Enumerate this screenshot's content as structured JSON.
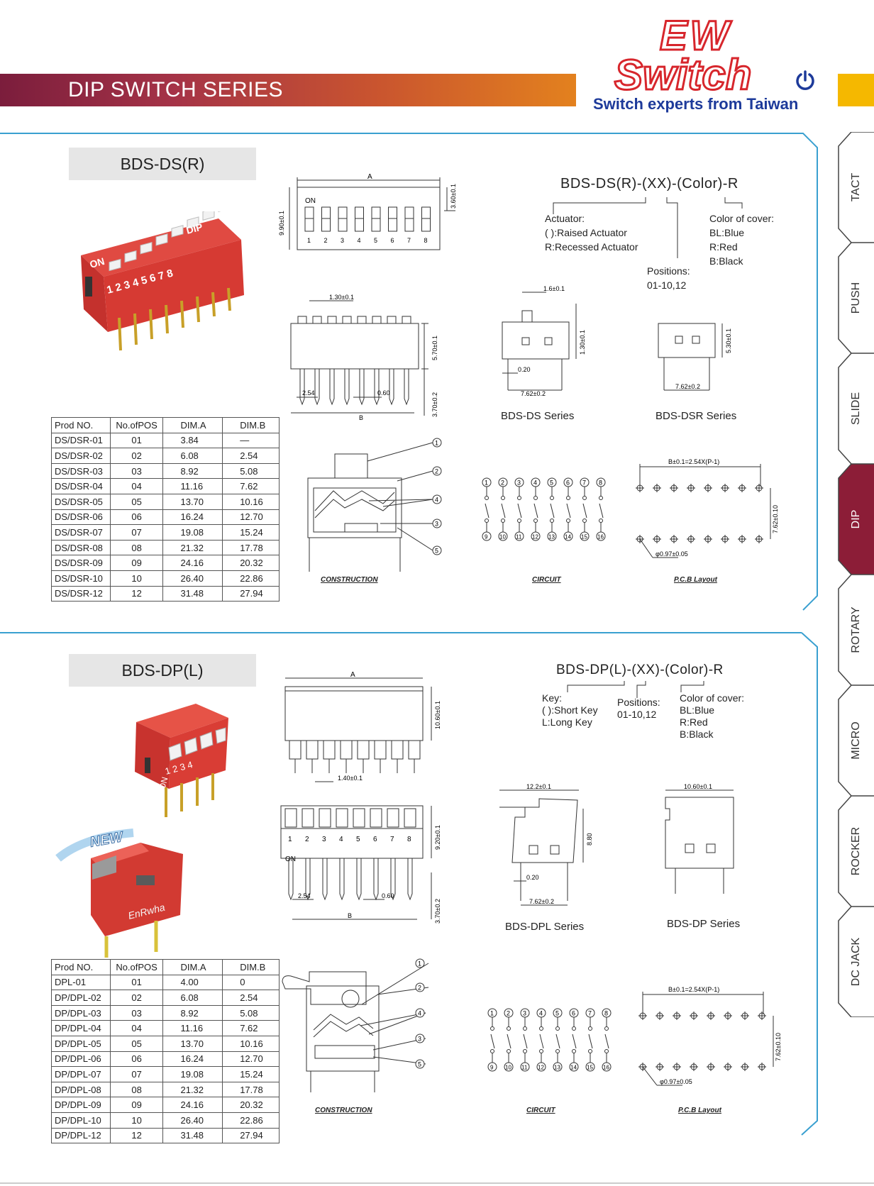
{
  "header": {
    "series_title": "DIP SWITCH  SERIES",
    "logo_line1": "EW",
    "logo_line2": "Switch",
    "tagline": "Switch experts from Taiwan"
  },
  "colors": {
    "brand_red": "#d7262c",
    "brand_blue": "#1d3a9a",
    "frame_blue": "#3aa0d0",
    "tab_active": "#8c1d37",
    "tab_yellow": "#f5b800"
  },
  "side_tabs": [
    {
      "label": "TACT",
      "active": false
    },
    {
      "label": "PUSH",
      "active": false
    },
    {
      "label": "SLIDE",
      "active": false
    },
    {
      "label": "DIP",
      "active": true
    },
    {
      "label": "ROTARY",
      "active": false
    },
    {
      "label": "MICRO",
      "active": false
    },
    {
      "label": "ROCKER",
      "active": false
    },
    {
      "label": "DC JACK",
      "active": false
    }
  ],
  "section1": {
    "title": "BDS-DS(R)",
    "photo_labels": {
      "on": "ON",
      "dip": "DIP",
      "numbers": "1 2 3 4 5 6 7 8"
    },
    "top_view": {
      "dim_a": "A",
      "height": "9.90±0.1",
      "depth": "3.60±0.1",
      "on": "ON",
      "positions": [
        "1",
        "2",
        "3",
        "4",
        "5",
        "6",
        "7",
        "8"
      ]
    },
    "front_view": {
      "pitch_top": "1.30±0.1",
      "height": "5.70±0.1",
      "pin_len": "3.70±0.2",
      "pitch": "2.54",
      "pin_w": "0.60",
      "dim_b": "B"
    },
    "ordering": {
      "code": "BDS-DS(R)-(XX)-(Color)-R",
      "actuator_title": "Actuator:",
      "actuator_lines": [
        "(  ):Raised Actuator",
        "R:Recessed Actuator"
      ],
      "color_title": "Color of cover:",
      "color_lines": [
        "BL:Blue",
        "R:Red",
        "B:Black"
      ],
      "positions_title": "Positions:",
      "positions_value": "01-10,12"
    },
    "side_ds": {
      "top": "1.6±0.1",
      "h": "1.30±0.1",
      "t": "0.20",
      "w": "7.62±0.2",
      "caption": "BDS-DS Series"
    },
    "side_dsr": {
      "h": "5.30±0.1",
      "w": "7.62±0.2",
      "caption": "BDS-DSR Series"
    },
    "pcb": {
      "pitch": "B±0.1=2.54X(P-1)",
      "row": "7.62±0.10",
      "hole": "φ0.97±0.05"
    },
    "labels": {
      "construction": "CONSTRUCTION",
      "circuit": "CIRCUIT",
      "pcb": "P.C.B Layout"
    },
    "circuit_top": [
      "1",
      "2",
      "3",
      "4",
      "5",
      "6",
      "7",
      "8"
    ],
    "circuit_bottom": [
      "9",
      "10",
      "11",
      "12",
      "13",
      "14",
      "15",
      "16"
    ],
    "construction_callouts": [
      "1",
      "2",
      "4",
      "3",
      "5"
    ],
    "table": {
      "headers": [
        "Prod NO.",
        "No.ofPOS",
        "DIM.A",
        "DIM.B"
      ],
      "rows": [
        [
          "DS/DSR-01",
          "01",
          "3.84",
          "—"
        ],
        [
          "DS/DSR-02",
          "02",
          "6.08",
          "2.54"
        ],
        [
          "DS/DSR-03",
          "03",
          "8.92",
          "5.08"
        ],
        [
          "DS/DSR-04",
          "04",
          "11.16",
          "7.62"
        ],
        [
          "DS/DSR-05",
          "05",
          "13.70",
          "10.16"
        ],
        [
          "DS/DSR-06",
          "06",
          "16.24",
          "12.70"
        ],
        [
          "DS/DSR-07",
          "07",
          "19.08",
          "15.24"
        ],
        [
          "DS/DSR-08",
          "08",
          "21.32",
          "17.78"
        ],
        [
          "DS/DSR-09",
          "09",
          "24.16",
          "20.32"
        ],
        [
          "DS/DSR-10",
          "10",
          "26.40",
          "22.86"
        ],
        [
          "DS/DSR-12",
          "12",
          "31.48",
          "27.94"
        ]
      ]
    }
  },
  "section2": {
    "title": "BDS-DP(L)",
    "photo_labels": {
      "numbers": "1 2 3 4",
      "on": "ON",
      "new": "NEW",
      "brand": "EnRwha"
    },
    "top_view": {
      "dim_a": "A",
      "height": "10.60±0.1",
      "pitch": "1.40±0.1"
    },
    "front_view": {
      "height": "9.20±0.1",
      "on": "ON",
      "positions": [
        "1",
        "2",
        "3",
        "4",
        "5",
        "6",
        "7",
        "8"
      ],
      "pitch": "2.54",
      "pin_w": "0.60",
      "pin_len": "3.70±0.2",
      "dim_b": "B"
    },
    "ordering": {
      "code": "BDS-DP(L)-(XX)-(Color)-R",
      "key_title": "Key:",
      "key_lines": [
        "(  ):Short Key",
        "L:Long Key"
      ],
      "positions_title": "Positions:",
      "positions_value": "01-10,12",
      "color_title": "Color of cover:",
      "color_lines": [
        "BL:Blue",
        "R:Red",
        "B:Black"
      ]
    },
    "side_dpl": {
      "top": "12.2±0.1",
      "h": "8.80",
      "t": "0.20",
      "w": "7.62±0.2",
      "caption": "BDS-DPL Series"
    },
    "side_dp": {
      "top": "10.60±0.1",
      "caption": "BDS-DP Series"
    },
    "pcb": {
      "pitch": "B±0.1=2.54X(P-1)",
      "row": "7.62±0.10",
      "hole": "φ0.97±0.05"
    },
    "labels": {
      "construction": "CONSTRUCTION",
      "circuit": "CIRCUIT",
      "pcb": "P.C.B Layout"
    },
    "circuit_top": [
      "1",
      "2",
      "3",
      "4",
      "5",
      "6",
      "7",
      "8"
    ],
    "circuit_bottom": [
      "9",
      "10",
      "11",
      "12",
      "13",
      "14",
      "15",
      "16"
    ],
    "construction_callouts": [
      "1",
      "2",
      "4",
      "3",
      "5"
    ],
    "table": {
      "headers": [
        "Prod NO.",
        "No.ofPOS",
        "DIM.A",
        "DIM.B"
      ],
      "rows": [
        [
          "DPL-01",
          "01",
          "4.00",
          "0"
        ],
        [
          "DP/DPL-02",
          "02",
          "6.08",
          "2.54"
        ],
        [
          "DP/DPL-03",
          "03",
          "8.92",
          "5.08"
        ],
        [
          "DP/DPL-04",
          "04",
          "11.16",
          "7.62"
        ],
        [
          "DP/DPL-05",
          "05",
          "13.70",
          "10.16"
        ],
        [
          "DP/DPL-06",
          "06",
          "16.24",
          "12.70"
        ],
        [
          "DP/DPL-07",
          "07",
          "19.08",
          "15.24"
        ],
        [
          "DP/DPL-08",
          "08",
          "21.32",
          "17.78"
        ],
        [
          "DP/DPL-09",
          "09",
          "24.16",
          "20.32"
        ],
        [
          "DP/DPL-10",
          "10",
          "26.40",
          "22.86"
        ],
        [
          "DP/DPL-12",
          "12",
          "31.48",
          "27.94"
        ]
      ]
    }
  }
}
